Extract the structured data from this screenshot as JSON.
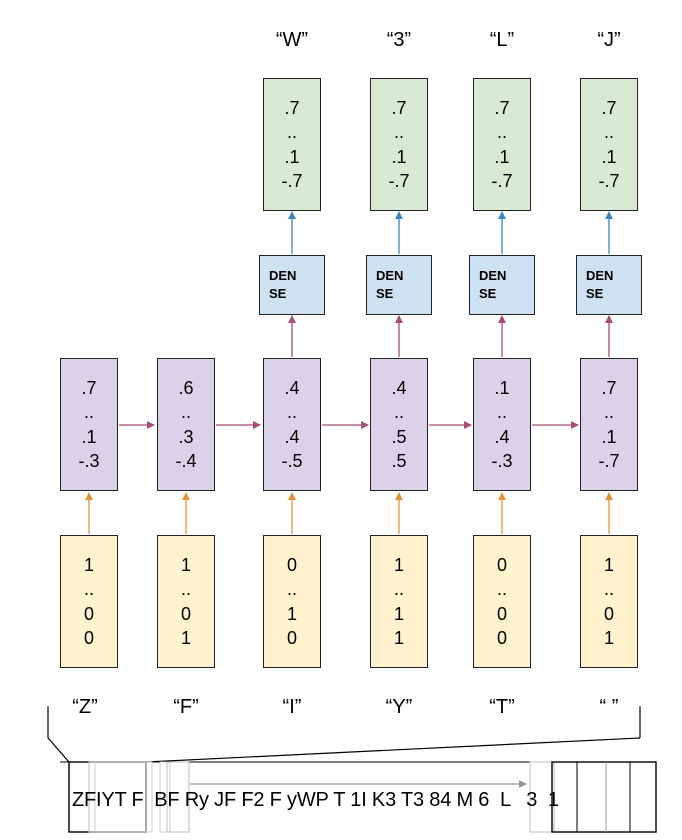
{
  "output_labels": [
    "“W”",
    "“3”",
    "“L”",
    "“J”"
  ],
  "output_vectors": [
    [
      ".7",
      "..",
      ".1",
      "-.7"
    ],
    [
      ".7",
      "..",
      ".1",
      "-.7"
    ],
    [
      ".7",
      "..",
      ".1",
      "-.7"
    ],
    [
      ".7",
      "..",
      ".1",
      "-.7"
    ]
  ],
  "dense_label": [
    "DEN",
    "SE"
  ],
  "hidden_vectors": [
    [
      ".7",
      "..",
      ".1",
      "-.3"
    ],
    [
      ".6",
      "..",
      ".3",
      "-.4"
    ],
    [
      ".4",
      "..",
      ".4",
      "-.5"
    ],
    [
      ".4",
      "..",
      ".5",
      ".5"
    ],
    [
      ".1",
      "..",
      ".4",
      "-.3"
    ],
    [
      ".7",
      "..",
      ".1",
      "-.7"
    ]
  ],
  "input_vectors": [
    [
      "1",
      "..",
      "0",
      "0"
    ],
    [
      "1",
      "..",
      "0",
      "1"
    ],
    [
      "0",
      "..",
      "1",
      "0"
    ],
    [
      "1",
      "..",
      "1",
      "1"
    ],
    [
      "0",
      "..",
      "0",
      "0"
    ],
    [
      "1",
      "..",
      "0",
      "1"
    ]
  ],
  "input_labels": [
    "“Z”",
    "“F”",
    "“I”",
    "“Y”",
    "“T”",
    "“ ”"
  ],
  "sequence_text": "ZFIYT F  BF Ry JF F2 F yWP T 1I K3 T3 84 M 6  L   3  1",
  "colors": {
    "output_fill": "#d9ead3",
    "dense_fill": "#cfe2f3",
    "hidden_fill": "#d9d2e9",
    "input_fill": "#fff2cc",
    "arrow_input": "#e69138",
    "arrow_hidden": "#a64d79",
    "arrow_output": "#3d85c6",
    "arrow_sequence": "#999999"
  }
}
